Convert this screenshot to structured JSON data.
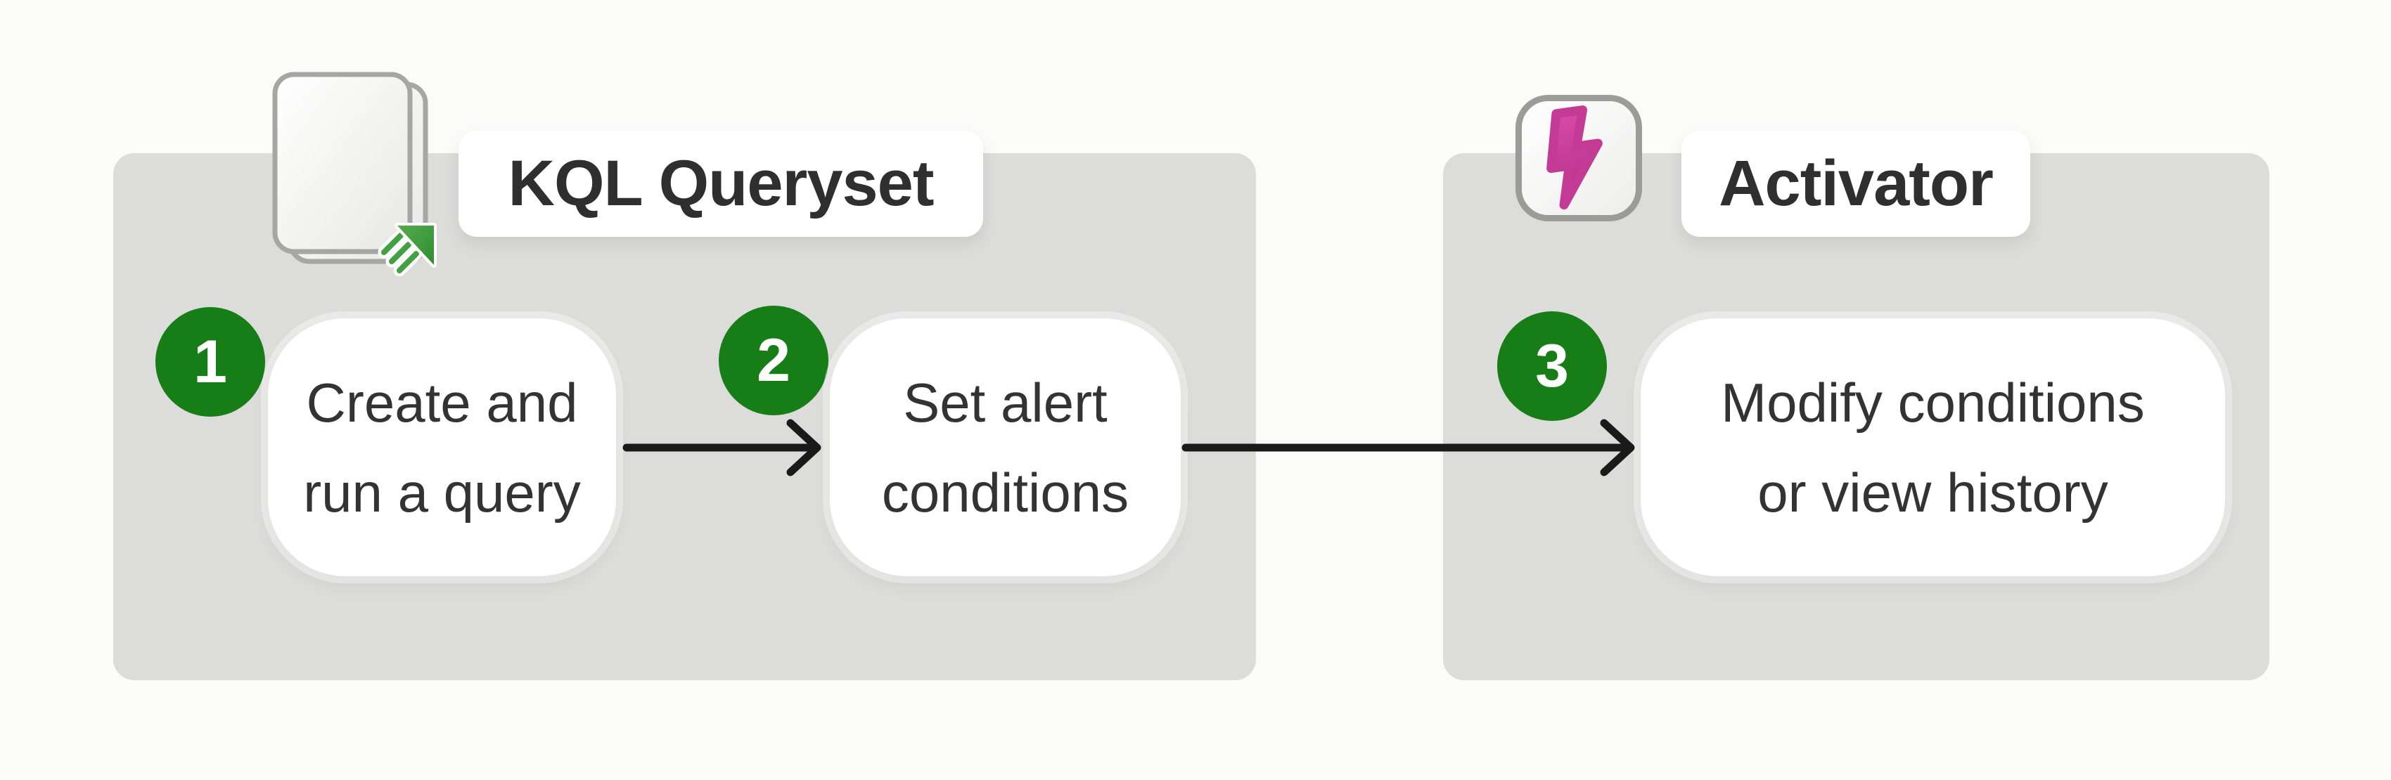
{
  "diagram": {
    "background_color": "#FBFBF9",
    "panel_color": "#DCDCDB",
    "text_color": "#333333",
    "title_color": "#2F2F2F",
    "badge_color": "#177D17",
    "arrow_color": "#1A1A1A",
    "bolt_pink_top": "#D84AA6",
    "bolt_pink_bottom": "#B13086",
    "doc_arrow_green": "#44A044",
    "panels": [
      {
        "title": "KQL Queryset",
        "icon": "kql-queryset-documents-icon"
      },
      {
        "title": "Activator",
        "icon": "activator-lightning-bolt-icon"
      }
    ],
    "steps": [
      {
        "number": "1",
        "line1": "Create and",
        "line2": "run a query"
      },
      {
        "number": "2",
        "line1": "Set alert",
        "line2": "conditions"
      },
      {
        "number": "3",
        "line1": "Modify conditions",
        "line2": "or view history"
      }
    ]
  }
}
